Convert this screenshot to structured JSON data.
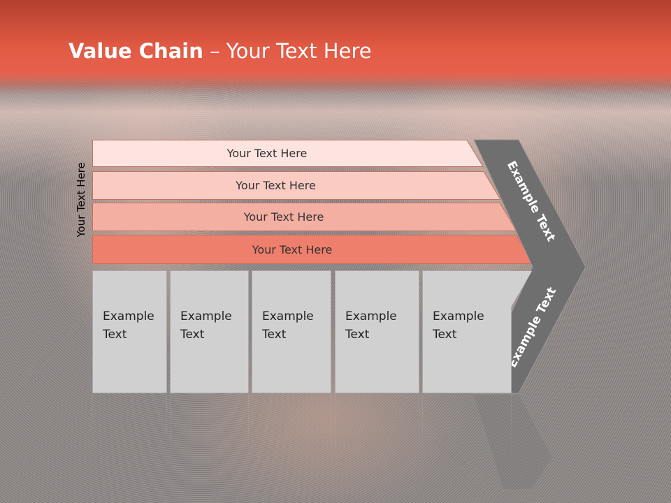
{
  "slide": {
    "title_bold": "Value Chain",
    "title_rest": " – Your Text Here",
    "side_label": "Your Text Here"
  },
  "bars": [
    {
      "label": "Your Text Here",
      "fill": "#fde4e0"
    },
    {
      "label": "Your Text Here",
      "fill": "#f9cbc3"
    },
    {
      "label": "Your Text Here",
      "fill": "#f4afa3"
    },
    {
      "label": "Your Text Here",
      "fill": "#ee7f6c"
    }
  ],
  "chevron": {
    "upper_text": "Example Text",
    "lower_text": "Example Text",
    "fill": "#6f6f6f"
  },
  "boxes": [
    {
      "line1": "Example",
      "line2": "Text"
    },
    {
      "line1": "Example",
      "line2": "Text"
    },
    {
      "line1": "Example",
      "line2": "Text"
    },
    {
      "line1": "Example",
      "line2": "Text"
    },
    {
      "line1": "Example",
      "line2": "Text"
    }
  ],
  "colors": {
    "header": "#e15a44",
    "box": "#d0d0d0"
  }
}
